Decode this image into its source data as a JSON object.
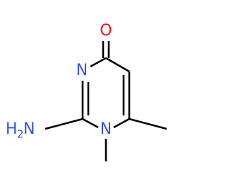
{
  "molecule": {
    "atoms": {
      "oxygen": {
        "symbol": "O",
        "color": "#ff0d0d"
      },
      "ring_nitrogen_top": {
        "symbol": "N",
        "color": "#3050f8"
      },
      "ring_nitrogen_bottom": {
        "symbol": "N",
        "color": "#3050f8"
      },
      "amino": {
        "symbol": "H",
        "subscript": "2",
        "suffix": "N",
        "color": "#3050f8"
      }
    },
    "bond_color": "#000000"
  }
}
